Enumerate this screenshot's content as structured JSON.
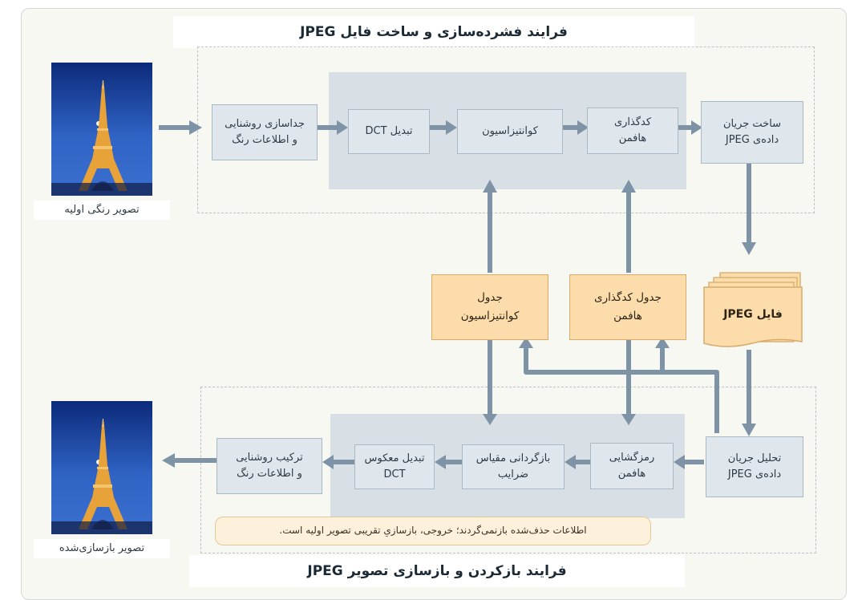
{
  "titles": {
    "top": "فرایند فشرده‌سازی و ساخت فایل JPEG",
    "bottom": "فرایند بازکردن و بازسازی تصویر JPEG"
  },
  "images": {
    "original_caption": "تصویر رنگی اولیه",
    "reconstructed_caption": "تصویر بازسازی‌شده"
  },
  "encode_steps": {
    "separation": "جداسازی روشنایی\nو اطلاعات رنگ",
    "dct": "تبدیل DCT",
    "quantization": "کوانتیزاسیون",
    "huffman_coding": "کدگذاری\nهافمن",
    "stream_build": "ساخت جریان\nداده‌ی JPEG"
  },
  "tables": {
    "quantization_table": "جدول\nکوانتیزاسیون",
    "huffman_table": "جدول کدگذاری\nهافمن"
  },
  "file": {
    "label": "فایل JPEG"
  },
  "decode_steps": {
    "stream_parse": "تحلیل جریان\nداده‌ی JPEG",
    "huffman_decoding": "رمزگشایی\nهافمن",
    "dequantization": "بازگردانی مقیاس\nضرایب",
    "inverse_dct": "تبدیل معکوس\nDCT",
    "combine": "ترکیب روشنایی\nو اطلاعات رنگ"
  },
  "note": "اطلاعات حذف‌شده بازنمی‌گردند؛ خروجی، بازسازیِ تقریبی تصویر اولیه است.",
  "colors": {
    "arrow": "#7e94a6",
    "process_box": "#dfe7ed",
    "table_box": "#fbdcaa",
    "file_fill": "#fbdcaa"
  }
}
